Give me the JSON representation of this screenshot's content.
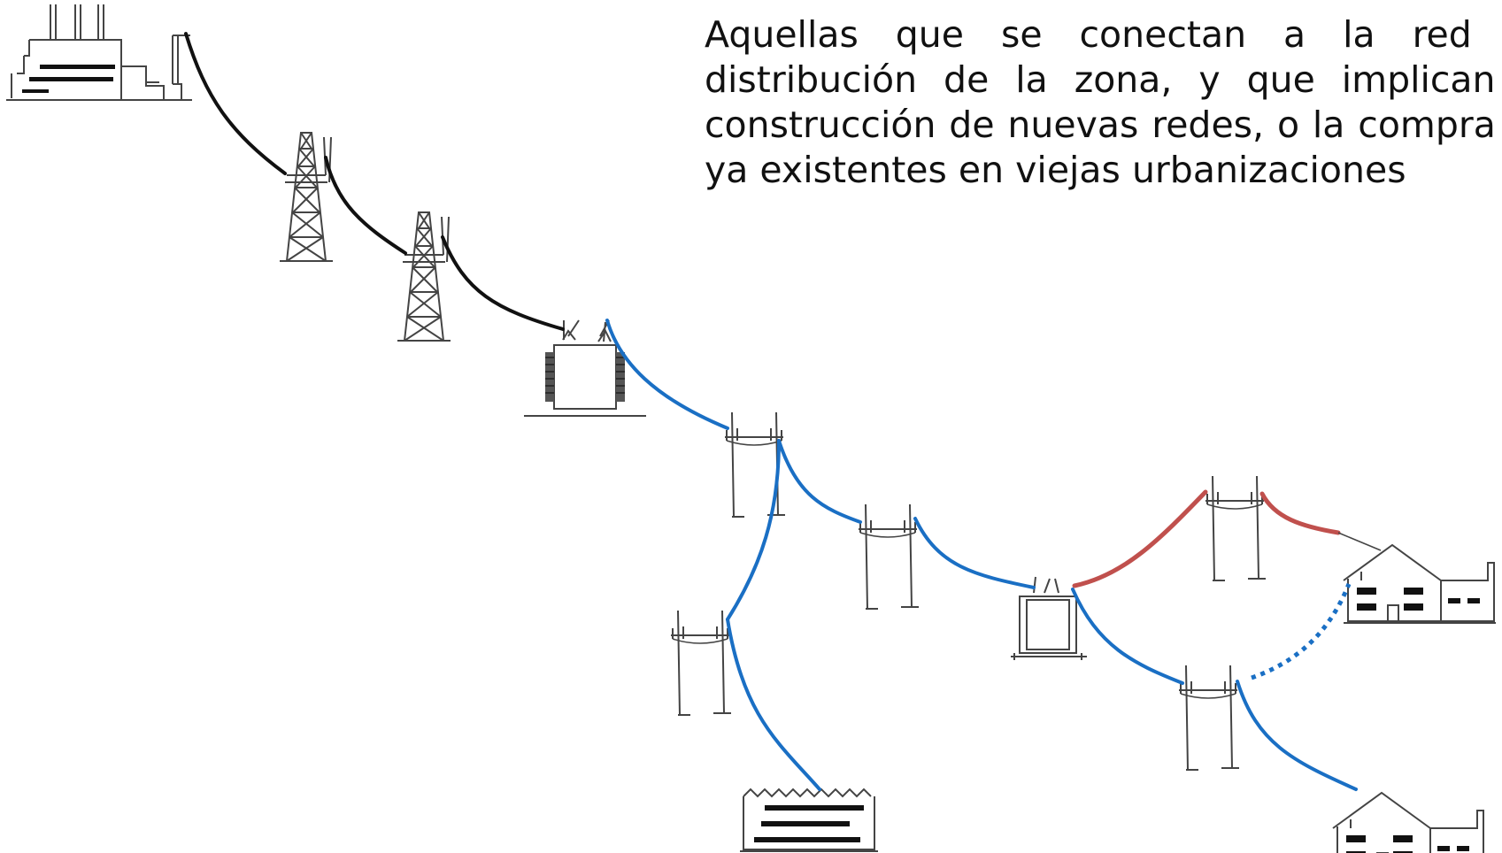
{
  "description": {
    "lines": [
      "Aquellas que se conectan a la red de",
      "distribución de la zona, y que implican la",
      "construcción de nuevas redes, o la compra de",
      "ya existentes en viejas urbanizaciones"
    ]
  },
  "colors": {
    "transmission_line": "#111111",
    "distribution_line": "#1a6fc4",
    "new_line": "#c0504d",
    "line_art": "#444444"
  },
  "legend_icons": [
    "power-plant-icon",
    "transmission-tower-icon",
    "substation-transformer-icon",
    "utility-pole-icon",
    "distribution-transformer-icon",
    "factory-icon",
    "house-icon"
  ]
}
